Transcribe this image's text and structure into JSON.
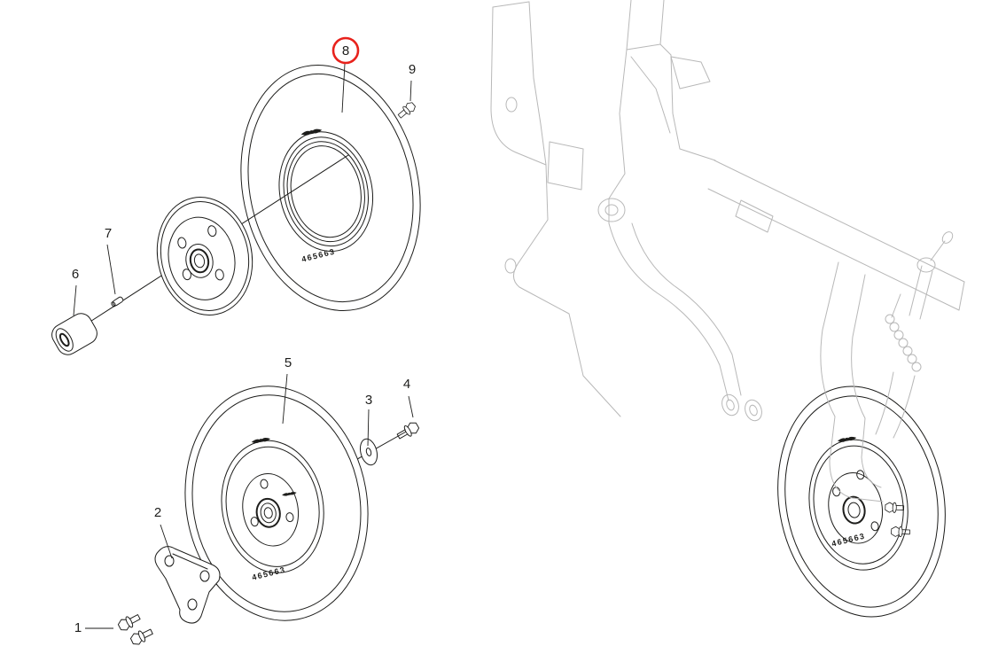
{
  "figure": {
    "type": "exploded-parts-diagram",
    "part_number_label": "465663",
    "colors": {
      "line_dark": "#1d1d1b",
      "line_light": "#b8b8b8",
      "highlight": "#e8221c",
      "background": "#ffffff"
    },
    "callouts": {
      "c1": {
        "label": "1",
        "highlighted": false
      },
      "c2": {
        "label": "2",
        "highlighted": false
      },
      "c3": {
        "label": "3",
        "highlighted": false
      },
      "c4": {
        "label": "4",
        "highlighted": false
      },
      "c5": {
        "label": "5",
        "highlighted": false
      },
      "c6": {
        "label": "6",
        "highlighted": false
      },
      "c7": {
        "label": "7",
        "highlighted": false
      },
      "c8": {
        "label": "8",
        "highlighted": true
      },
      "c9": {
        "label": "9",
        "highlighted": false
      }
    }
  }
}
